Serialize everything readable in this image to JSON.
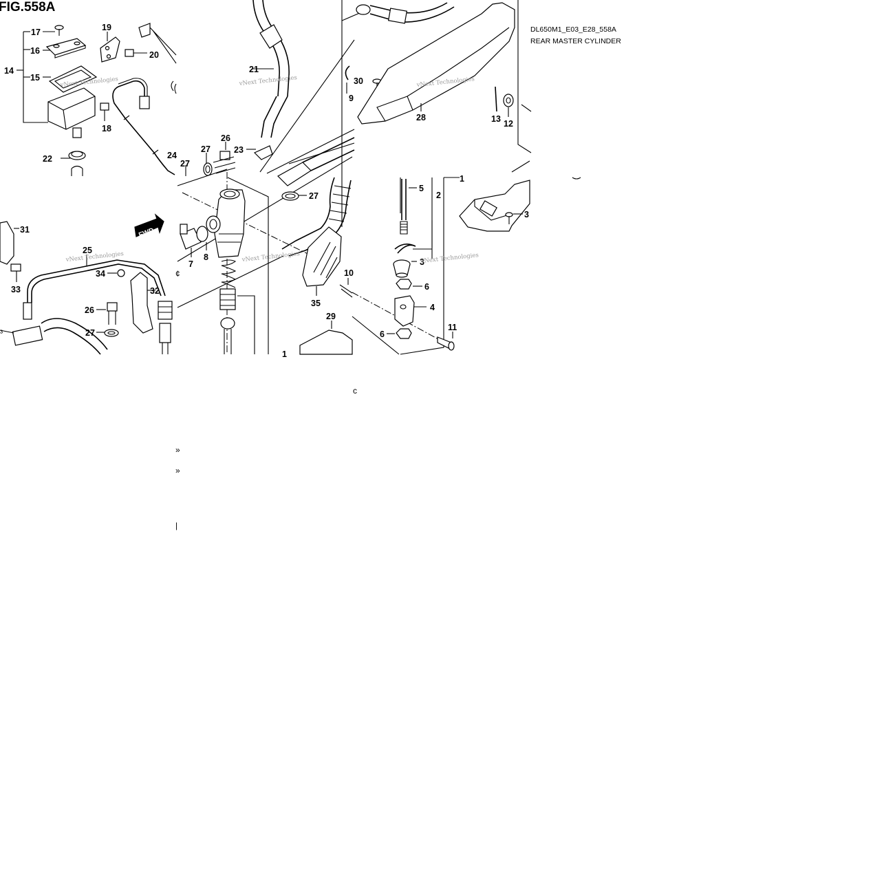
{
  "figure": {
    "title": "FIG.558A",
    "code": "DL650M1_E03_E28_558A",
    "name": "REAR MASTER CYLINDER",
    "watermark": "vNext Technologies",
    "fwd_arrow": "FWD"
  },
  "callouts": [
    "17",
    "16",
    "14",
    "15",
    "19",
    "20",
    "18",
    "22",
    "21",
    "30",
    "9",
    "28",
    "13",
    "12",
    "24",
    "27",
    "26",
    "23",
    "27",
    "5",
    "2",
    "1",
    "3",
    "31",
    "25",
    "34",
    "33",
    "32",
    "7",
    "8",
    "26",
    "27",
    "35",
    "10",
    "3",
    "6",
    "4",
    "29",
    "6",
    "11",
    "27",
    "1"
  ],
  "edge_glyphs": [
    "c",
    "»",
    "»",
    "|",
    "¢",
    "³"
  ]
}
